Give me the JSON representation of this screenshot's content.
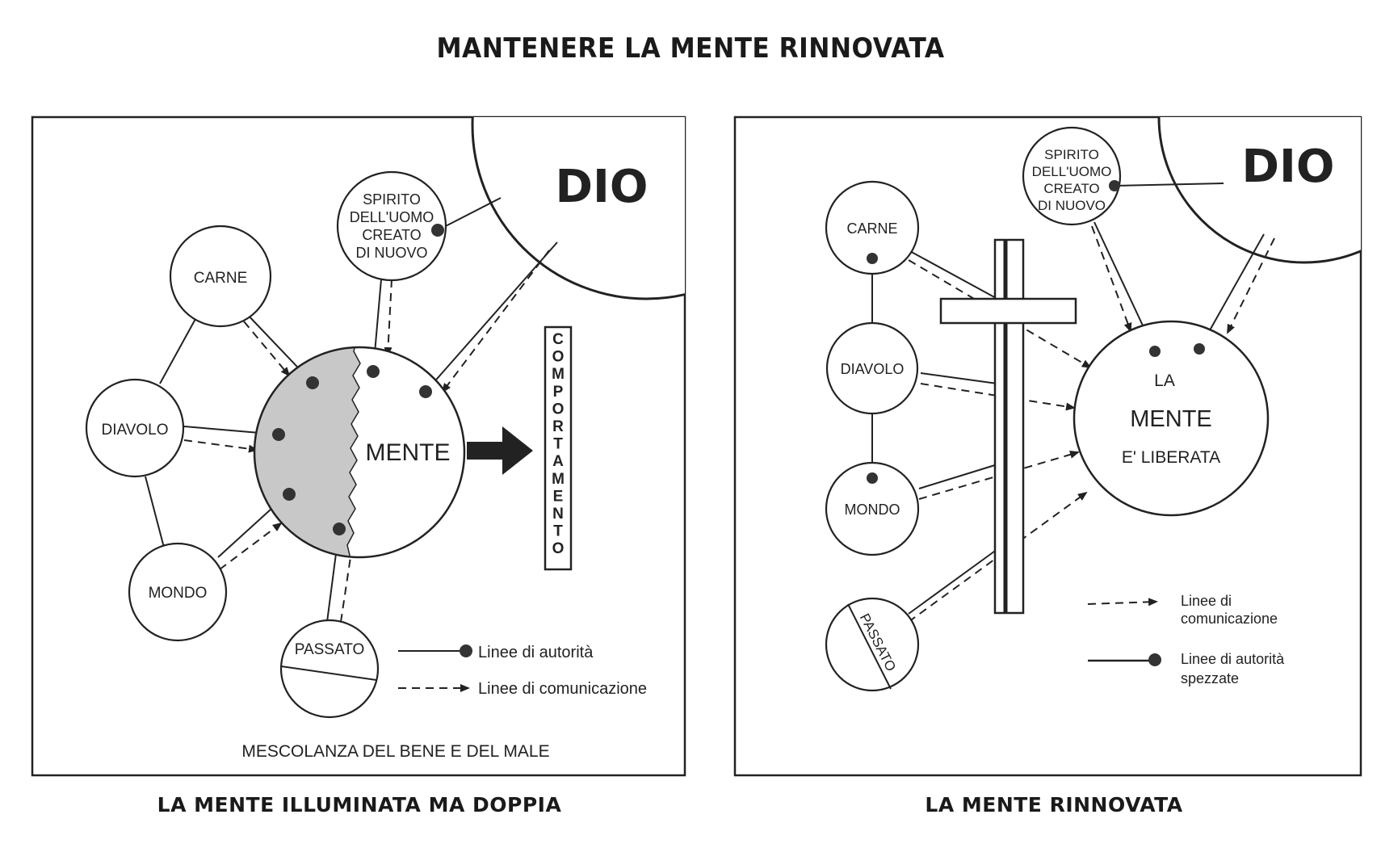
{
  "title": "MANTENERE LA MENTE RINNOVATA",
  "left_panel": {
    "caption": "LA MENTE ILLUMINATA MA DOPPIA",
    "dio": "DIO",
    "spirito": [
      "SPIRITO",
      "DELL'UOMO",
      "CREATO",
      "DI NUOVO"
    ],
    "carne": "CARNE",
    "diavolo": "DIAVOLO",
    "mondo": "MONDO",
    "passato": "PASSATO",
    "mente": "MENTE",
    "comportamento": "COMPORTAMENTO",
    "legend_authority": "Linee di autorità",
    "legend_communication": "Linee di comunicazione",
    "footer": "MESCOLANZA DEL BENE E DEL MALE"
  },
  "right_panel": {
    "caption": "LA MENTE RINNOVATA",
    "dio": "DIO",
    "spirito": [
      "SPIRITO",
      "DELL'UOMO",
      "CREATO",
      "DI NUOVO"
    ],
    "carne": "CARNE",
    "diavolo": "DIAVOLO",
    "mondo": "MONDO",
    "passato": "PASSATO",
    "mente_la": "LA",
    "mente": "MENTE",
    "mente_liberata": "E' LIBERATA",
    "legend_communication": [
      "Linee di",
      "comunicazione"
    ],
    "legend_authority": [
      "Linee di autorità",
      "spezzate"
    ]
  },
  "colors": {
    "ink": "#222222",
    "shade": "#c8c8c8"
  }
}
